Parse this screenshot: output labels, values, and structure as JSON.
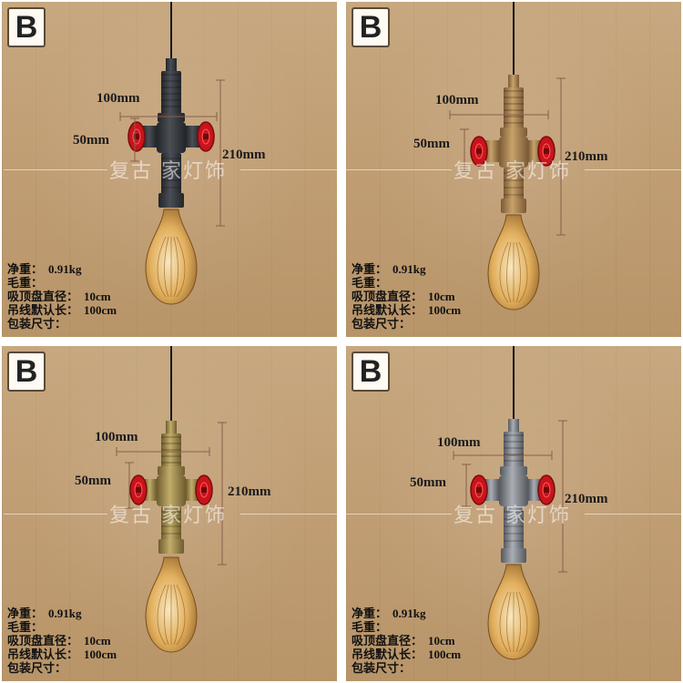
{
  "panels": [
    {
      "badge": "B",
      "watermark": "复古 家灯饰",
      "finish": "black",
      "pipe_color": "#23262a",
      "pipe_highlight": "#4a4f55",
      "dims": {
        "width": "100mm",
        "height_small": "50mm",
        "height_total": "210mm"
      },
      "specs": [
        {
          "key": "净重：",
          "value": "0.91kg"
        },
        {
          "key": "毛重：",
          "value": ""
        },
        {
          "key": "吸顶盘直径：",
          "value": "10cm"
        },
        {
          "key": "吊线默认长：",
          "value": "100cm"
        },
        {
          "key": "包装尺寸：",
          "value": ""
        }
      ]
    },
    {
      "badge": "B",
      "watermark": "复古 家灯饰",
      "finish": "bronze",
      "pipe_color": "#7a5a36",
      "pipe_highlight": "#c9a26a",
      "dims": {
        "width": "100mm",
        "height_small": "50mm",
        "height_total": "210mm"
      },
      "specs": [
        {
          "key": "净重：",
          "value": "0.91kg"
        },
        {
          "key": "毛重：",
          "value": ""
        },
        {
          "key": "吸顶盘直径：",
          "value": "10cm"
        },
        {
          "key": "吊线默认长：",
          "value": "100cm"
        },
        {
          "key": "包装尺寸：",
          "value": ""
        }
      ]
    },
    {
      "badge": "B",
      "watermark": "复古 家灯饰",
      "finish": "antique-brass",
      "pipe_color": "#6e5c2e",
      "pipe_highlight": "#c2ad6a",
      "dims": {
        "width": "100mm",
        "height_small": "50mm",
        "height_total": "210mm"
      },
      "specs": [
        {
          "key": "净重：",
          "value": "0.91kg"
        },
        {
          "key": "毛重：",
          "value": ""
        },
        {
          "key": "吸顶盘直径：",
          "value": "10cm"
        },
        {
          "key": "吊线默认长：",
          "value": "100cm"
        },
        {
          "key": "包装尺寸：",
          "value": ""
        }
      ]
    },
    {
      "badge": "B",
      "watermark": "复古 家灯饰",
      "finish": "silver",
      "pipe_color": "#55595e",
      "pipe_highlight": "#a9aeb4",
      "dims": {
        "width": "100mm",
        "height_small": "50mm",
        "height_total": "210mm"
      },
      "specs": [
        {
          "key": "净重：",
          "value": "0.91kg"
        },
        {
          "key": "毛重：",
          "value": ""
        },
        {
          "key": "吸顶盘直径：",
          "value": "10cm"
        },
        {
          "key": "吊线默认长：",
          "value": "100cm"
        },
        {
          "key": "包装尺寸：",
          "value": ""
        }
      ]
    }
  ],
  "colors": {
    "valve_red": "#c8141b",
    "bulb_glass": "#e8b35a",
    "dimension_line": "#8a5e4a"
  }
}
